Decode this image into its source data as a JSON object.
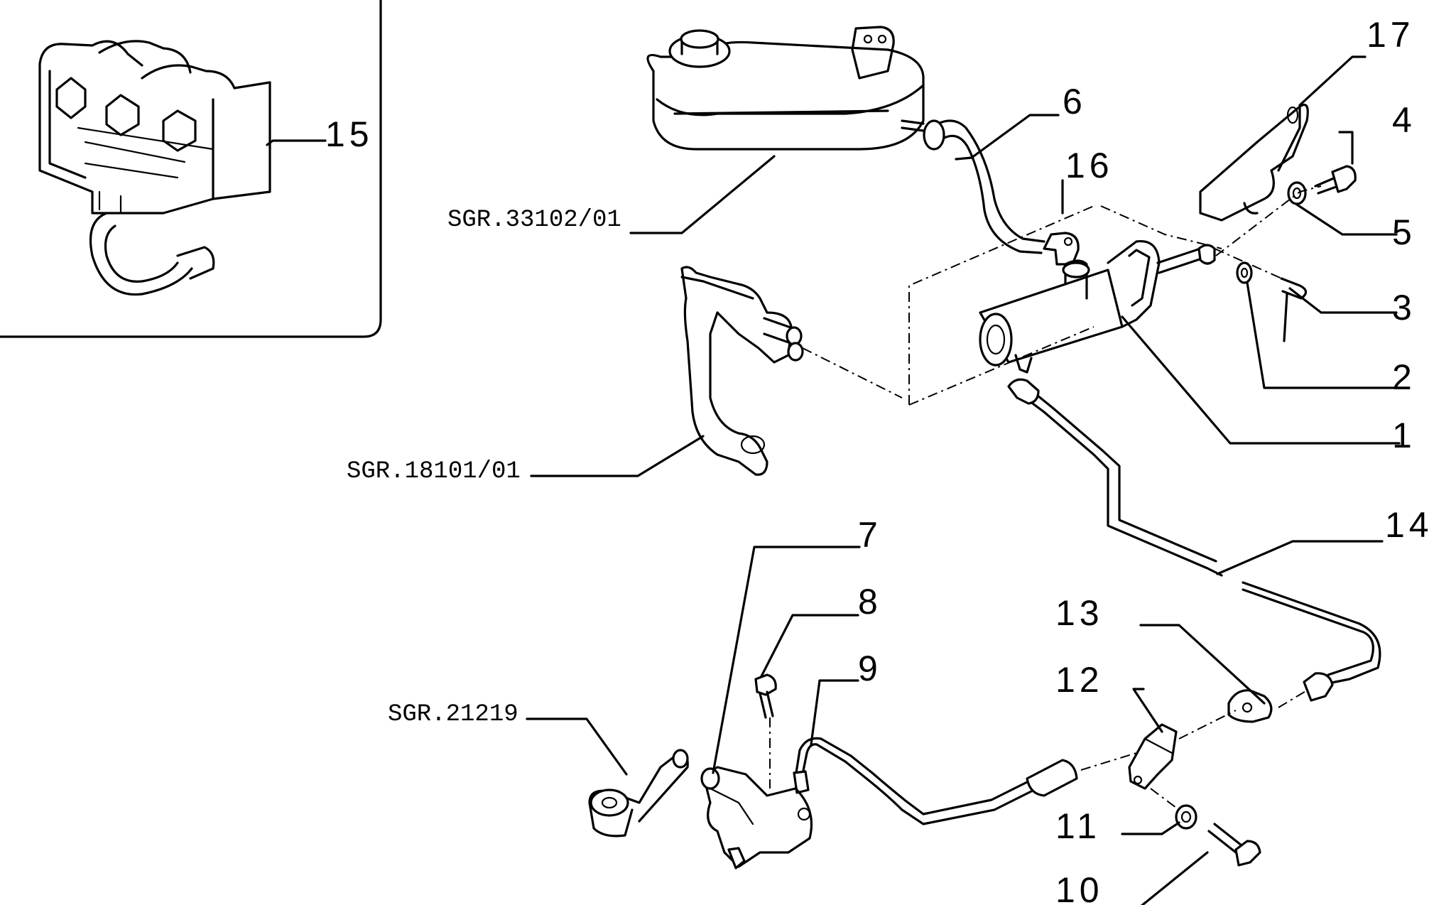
{
  "diagram": {
    "callouts": {
      "c1": "1",
      "c2": "2",
      "c3": "3",
      "c4": "4",
      "c5": "5",
      "c6": "6",
      "c7": "7",
      "c8": "8",
      "c9": "9",
      "c10": "10",
      "c11": "11",
      "c12": "12",
      "c13": "13",
      "c14": "14",
      "c15": "15",
      "c16": "16",
      "c17": "17"
    },
    "references": {
      "reservoir": "SGR.33102/01",
      "pedal": "SGR.18101/01",
      "fork_lever": "SGR.21219"
    }
  }
}
